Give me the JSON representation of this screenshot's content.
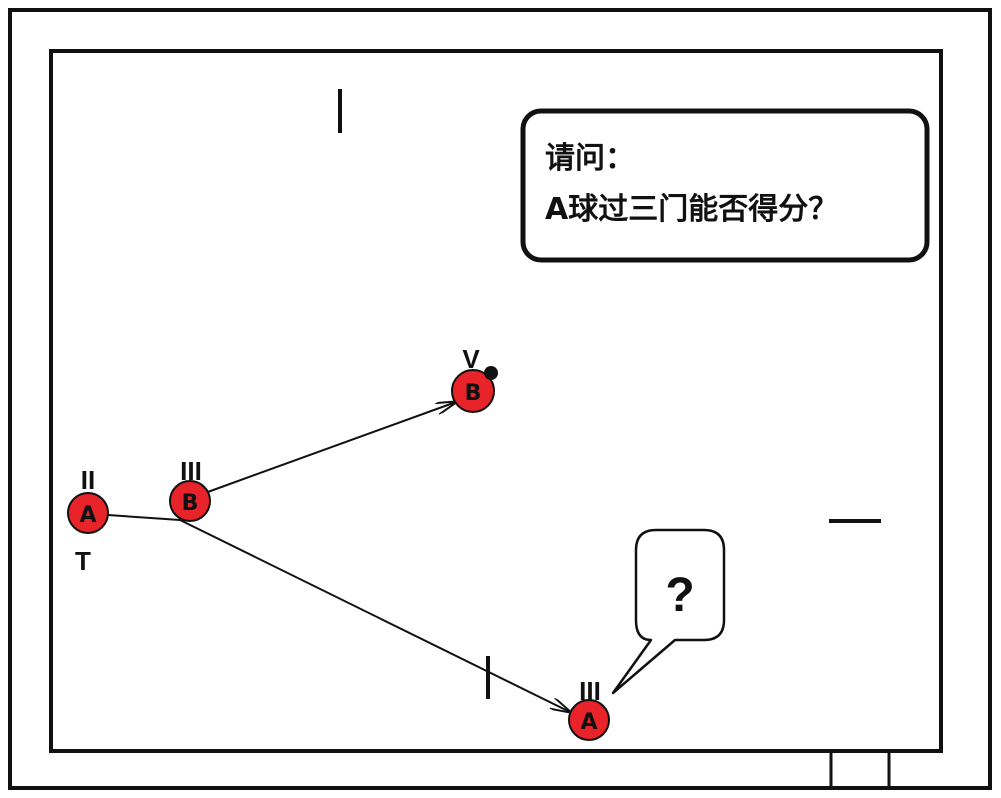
{
  "question": {
    "line1": "请问：",
    "line2": "A球过三门能否得分？"
  },
  "bubble_text": "?",
  "balls": [
    {
      "label": "A",
      "gate_label": "II",
      "sub_label": "T"
    },
    {
      "label": "B",
      "gate_label": "III"
    },
    {
      "label": "B",
      "gate_label": "V"
    },
    {
      "label": "A",
      "gate_label": "III"
    }
  ],
  "colors": {
    "ball_fill": "#e8232a",
    "line": "#111111",
    "background": "#ffffff"
  }
}
